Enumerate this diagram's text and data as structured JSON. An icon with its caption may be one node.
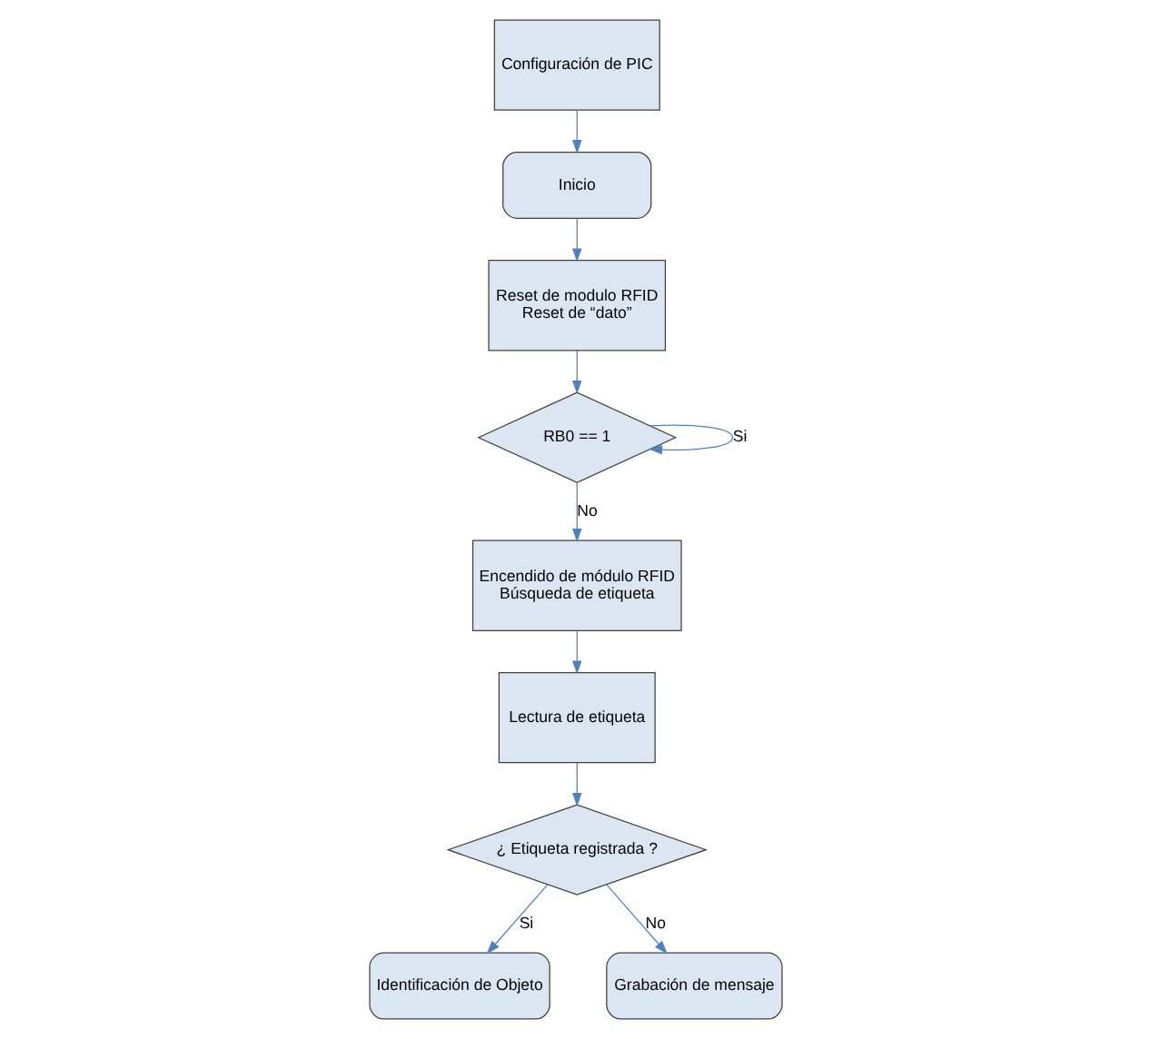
{
  "diagram": {
    "nodes": [
      {
        "text": [
          "Configuración de PIC"
        ]
      },
      {
        "text": [
          "Inicio"
        ]
      },
      {
        "text": [
          "Reset de modulo RFID",
          "Reset de “dato”"
        ]
      },
      {
        "text": [
          "RB0 == 1"
        ]
      },
      {
        "text": [
          "Encendido de módulo RFID",
          "Búsqueda de etiqueta"
        ]
      },
      {
        "text": [
          "Lectura de etiqueta"
        ]
      },
      {
        "text": [
          "¿ Etiqueta registrada ?"
        ]
      },
      {
        "text": [
          "Identificación de Objeto"
        ]
      },
      {
        "text": [
          "Grabación de mensaje"
        ]
      }
    ],
    "edges": [
      {
        "from": 0,
        "to": 1,
        "arrow": "to"
      },
      {
        "from": 1,
        "to": 2,
        "arrow": "to"
      },
      {
        "from": 2,
        "to": 3,
        "arrow": "to"
      },
      {
        "from": 3,
        "to": 3,
        "arrow": "to",
        "label": "Si"
      },
      {
        "from": 3,
        "to": 4,
        "arrow": "to",
        "label": "No"
      },
      {
        "from": 4,
        "to": 5,
        "arrow": "to"
      },
      {
        "from": 5,
        "to": 6,
        "arrow": "to"
      },
      {
        "from": 6,
        "to": 7,
        "arrow": "to",
        "label": "Si"
      },
      {
        "from": 6,
        "to": 8,
        "arrow": "to",
        "label": "No"
      }
    ]
  }
}
